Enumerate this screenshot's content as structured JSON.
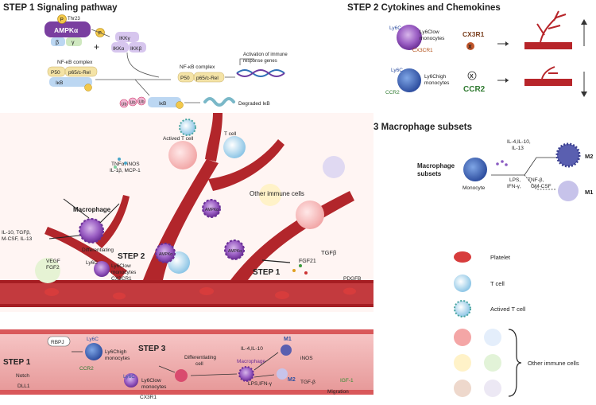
{
  "step1": {
    "title": "STEP 1  Signaling pathway",
    "ampk_label": "AMPKα",
    "p": "P",
    "thr": "Thr23",
    "beta": "β",
    "gamma": "γ",
    "plus": "+",
    "ikk_gamma": "IKKγ",
    "ikk_alpha": "IKKα",
    "ikk_beta": "IKKβ",
    "nfkb_complex": "NF-κB complex",
    "p50": "P50",
    "p65": "p65/c-Rel",
    "ikb": "IκB",
    "activation_line1": "Activation of immune",
    "activation_line2": "response genes",
    "ub": "Ub",
    "degraded": "Degraded IκB"
  },
  "step2": {
    "title": "STEP 2  Cytokines and Chemokines",
    "ly6c": "Ly6C",
    "low_mono1": "Ly6Clow",
    "low_mono2": "monocytes",
    "cx3cr1": "CX3CR1",
    "cx3cr1_big": "CX3R1",
    "high_mono1": "Ly6Chigh",
    "high_mono2": "monocytes",
    "ccr2": "CCR2",
    "ccr2_big": "CCR2",
    "x": "X"
  },
  "step3": {
    "title": "STEP 3  Macrophage subsets",
    "subsets1": "Macrophage",
    "subsets2": "subsets",
    "monocyte": "Monocyte",
    "il_line1": "IL-4,IL-10,",
    "il_line2": "IL-13",
    "lps_line1": "LPS,",
    "lps_line2": "IFN-γ,",
    "tnf_line1": "TNF-β,",
    "tnf_line2": "GM-CSF",
    "m2": "M2",
    "m1": "M1"
  },
  "middle": {
    "tnf1": "TNFα, iNOS",
    "tnf2": "IL-1β, MCP-1",
    "actived_t": "Actived T cell",
    "t_cell": "T cell",
    "macrophage": "Macrophage",
    "other_immune": "Other immune cells",
    "il10_1": "IL-10, TGFβ,",
    "il10_2": "M-CSF, IL-13",
    "vegf": "VEGF",
    "fgf2": "FGF2",
    "differentiating": "Differentiating",
    "ly6c": "Ly6C",
    "step2": "STEP 2",
    "low1": "Ly6Clow",
    "low2": "monocytes",
    "cx3cr1": "CX3CR1",
    "ampk": "AMPKα",
    "tgfb": "TGFβ",
    "fgf21": "FGF21",
    "step1": "STEP 1",
    "pdgfb": "PDGFB"
  },
  "bottom": {
    "step1": "STEP 1",
    "rbpj": "RBPJ",
    "notch": "Notch",
    "dll1": "DLL1",
    "ly6c": "Ly6C",
    "ccr2": "CCR2",
    "high1": "Ly6Chigh",
    "high2": "monocytes",
    "step3": "STEP 3",
    "diff1": "Differentiating",
    "diff2": "cell",
    "macrophage": "Macrophage",
    "il": "IL-4,IL-10",
    "m1": "M1",
    "inos": "iNOS",
    "lps": "LPS,IFN-γ",
    "m2": "M2",
    "tgfb": "TGF-β",
    "igf": "IGF-1",
    "migration": "Migration",
    "low1": "Ly6Clow",
    "low2": "monocytes",
    "cx3cr1": "CX3R1"
  },
  "legend": {
    "platelet": "Platelet",
    "t_cell": "T cell",
    "actived_t": "Actived T cell",
    "other": "Other immune cells"
  }
}
